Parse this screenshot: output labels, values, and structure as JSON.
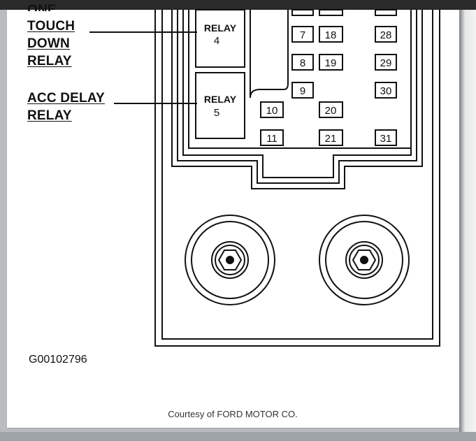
{
  "callouts": {
    "partial_top": "ONE",
    "one_touch_down_relay": [
      "TOUCH",
      "DOWN",
      "RELAY"
    ],
    "acc_delay_relay": [
      "ACC DELAY",
      "RELAY"
    ]
  },
  "relays": [
    {
      "title": "RELAY",
      "number": "4"
    },
    {
      "title": "RELAY",
      "number": "5"
    }
  ],
  "fuses": [
    "7",
    "18",
    "28",
    "8",
    "19",
    "29",
    "9",
    "30",
    "10",
    "20",
    "11",
    "21",
    "31"
  ],
  "figure_code": "G00102796",
  "credit": "Courtesy of FORD MOTOR CO."
}
